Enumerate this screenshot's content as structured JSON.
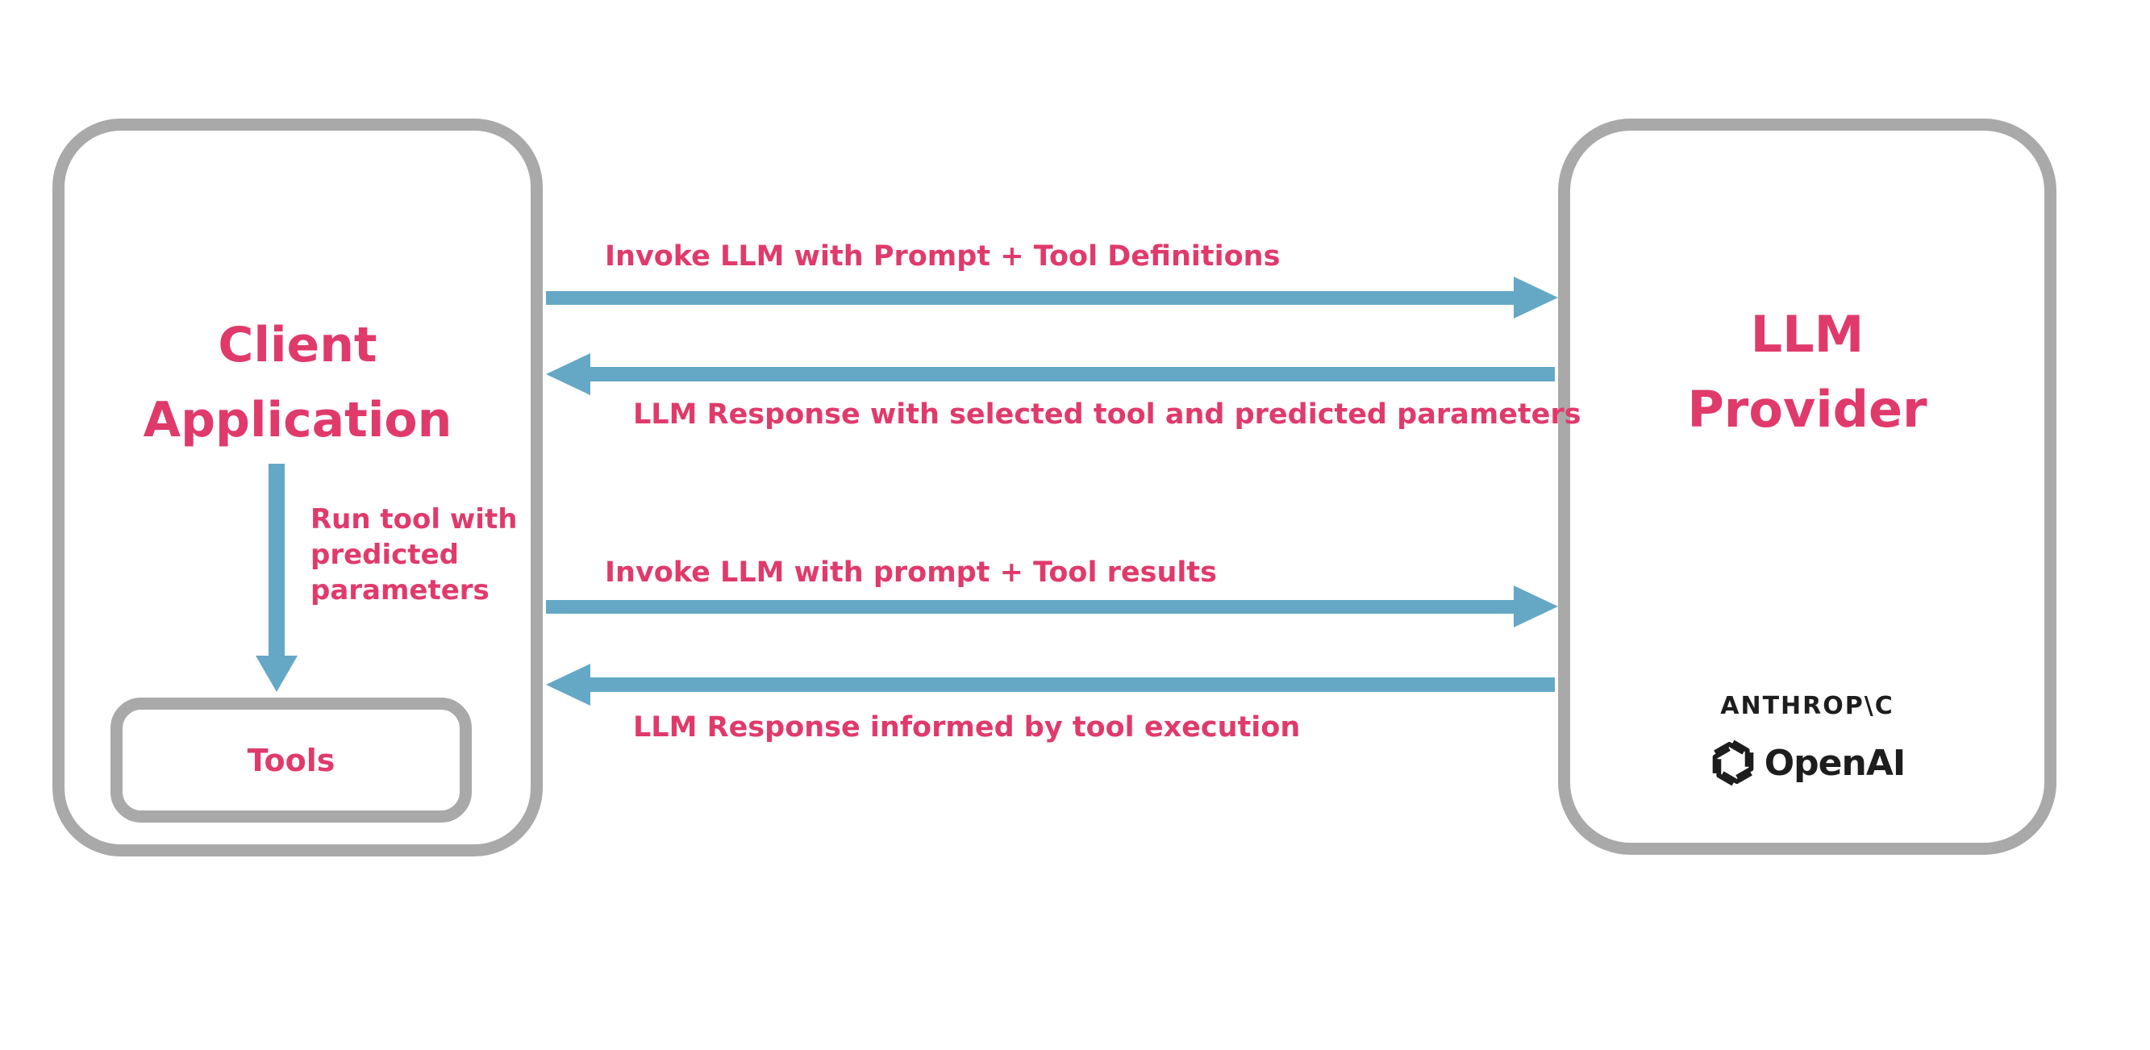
{
  "colors": {
    "pink": "#E03A6B",
    "blue": "#64A8C6",
    "gray": "#A9A9A9",
    "logo": "#1D1D1D"
  },
  "client_box": {
    "title": "Client\nApplication",
    "internal_arrow_label": "Run tool with\npredicted\nparameters",
    "tools_label": "Tools"
  },
  "provider_box": {
    "title": "LLM\nProvider",
    "providers": [
      {
        "name": "ANTHROP\\C"
      },
      {
        "name": "OpenAI"
      }
    ]
  },
  "messages": [
    {
      "label": "Invoke LLM with Prompt + Tool Definitions",
      "direction": "right"
    },
    {
      "label": "LLM Response with selected tool and predicted parameters",
      "direction": "left"
    },
    {
      "label": "Invoke LLM with prompt + Tool results",
      "direction": "right"
    },
    {
      "label": "LLM Response informed by tool execution",
      "direction": "left"
    }
  ]
}
